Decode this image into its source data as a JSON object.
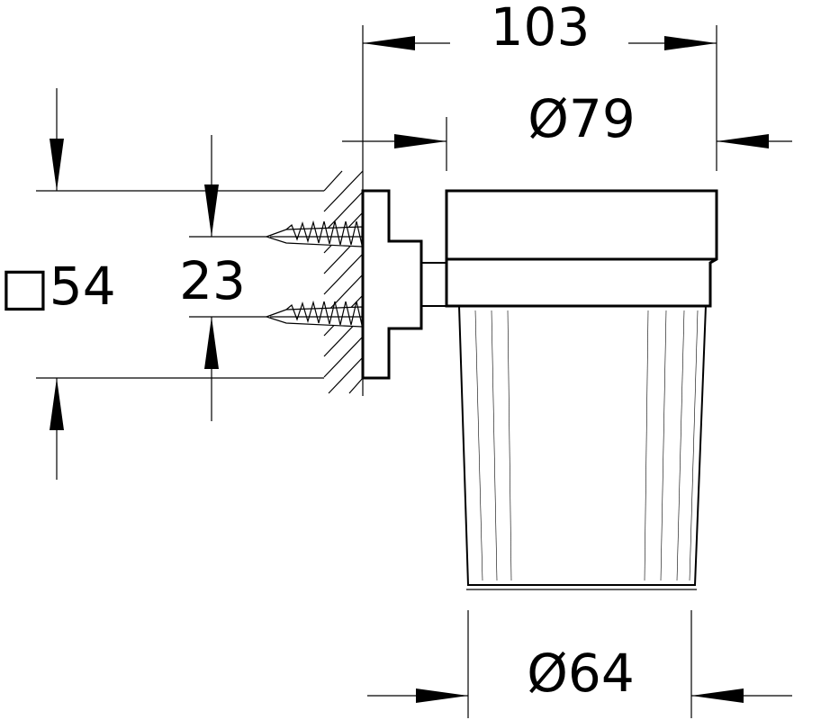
{
  "dimensions": {
    "overall_depth": "103",
    "rim_diameter": "Ø79",
    "bracket_size": "□54",
    "screw_spacing": "23",
    "base_diameter": "Ø64"
  }
}
